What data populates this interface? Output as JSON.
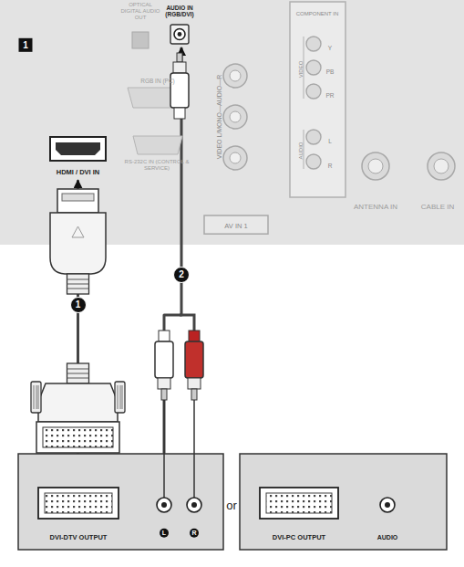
{
  "diagram": {
    "nodes": [
      {
        "text": [
          "OPTICAL DIGITAL AUDIO OUT",
          "RGB IN (PC)",
          "RS-232C IN (CONTROL & SERVICE)",
          "VIDEO L/MONO—AUDIO—R",
          "ANTENNA IN",
          "CABLE IN"
        ]
      },
      {
        "text": [
          "HDMI / DVI IN"
        ],
        "in": 0
      },
      {
        "text": [
          "AUDIO IN (RGB/DVI)"
        ],
        "in": 0
      },
      {
        "text": [
          "AV IN 1"
        ],
        "in": 0
      },
      {
        "text": [
          "COMPONENT IN",
          "Y",
          "PB",
          "PR",
          "VIDEO",
          "L",
          "R",
          "AUDIO"
        ],
        "in": 0
      },
      {
        "text": [
          "DVI-DTV OUTPUT",
          "L",
          "R"
        ]
      },
      {
        "text": [
          "DVI-PC OUTPUT",
          "AUDIO"
        ]
      }
    ],
    "edges": [
      {
        "from": 5,
        "to": 1,
        "arrow": "to",
        "label": "1"
      },
      {
        "from": 5,
        "to": 2,
        "arrow": "to",
        "label": "2"
      }
    ],
    "labels": [
      "1",
      "or"
    ]
  }
}
